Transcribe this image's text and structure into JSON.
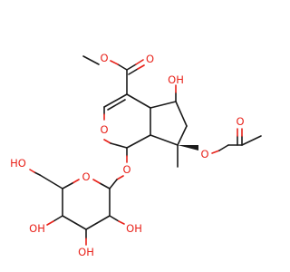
{
  "molecule": {
    "colors": {
      "bond": "#1a1a1a",
      "oxygen": "#e8221a",
      "background": "#ffffff"
    },
    "labels": {
      "ester_carbonyl_o": "O",
      "ester_o": "O",
      "hydroxyl_top": "OH",
      "ring_o": "O",
      "glycosidic_o": "O",
      "acetate_o": "O",
      "acetate_carbonyl_o": "O",
      "pyranose_o": "O",
      "ch2oh_ho": "HO",
      "oh_left": "OH",
      "oh_right": "OH",
      "oh_bottom": "OH"
    }
  }
}
